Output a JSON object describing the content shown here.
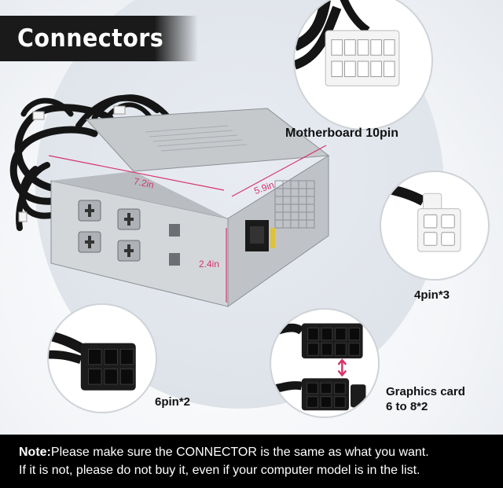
{
  "header": {
    "title": "Connectors"
  },
  "connectors": [
    {
      "id": "motherboard",
      "label": "Motherboard 10pin",
      "icon": "motherboard-10pin-connector-icon"
    },
    {
      "id": "four_pin",
      "label": "4pin*3",
      "icon": "4pin-connector-icon"
    },
    {
      "id": "six_pin",
      "label": "6pin*2",
      "icon": "6pin-connector-icon"
    },
    {
      "id": "graphics",
      "label_line1": "Graphics card",
      "label_line2": "6 to 8*2",
      "icon": "graphics-card-connector-icon"
    }
  ],
  "dimensions": {
    "width": "7.2in",
    "depth": "5.9in",
    "height": "2.4in"
  },
  "note": {
    "lead": "Note:",
    "line1": "Please make sure the CONNECTOR is the same as what you want.",
    "line2": "If it is not, please do not buy it, even if your computer model is in the list."
  },
  "colors": {
    "accent": "#d6336c",
    "banner": "#1a1a1a",
    "note_bar": "#000000",
    "connector_white": "#f4f4f4",
    "cable_black": "#151515"
  }
}
